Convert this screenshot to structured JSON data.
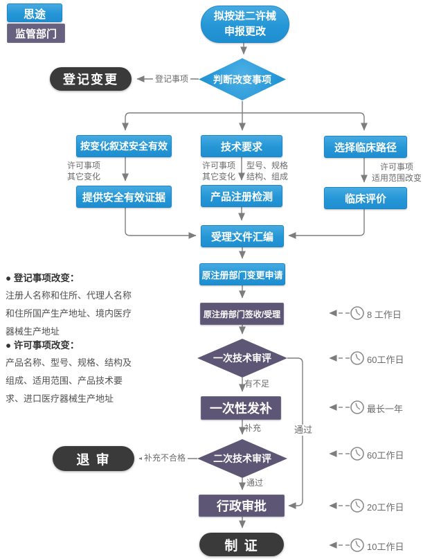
{
  "legend": {
    "situ": "思途",
    "regulator": "监管部门"
  },
  "nodes": {
    "start_line1": "拟按进二许械",
    "start_line2": "申报更改",
    "judge": "判断改变事项",
    "reg_change": "登记变更",
    "describe_safety": "按变化叙述安全有效",
    "tech_requirements": "技术要求",
    "clinical_path": "选择临床路径",
    "provide_evidence": "提供安全有效证据",
    "product_test": "产品注册检测",
    "clinical_eval": "临床评价",
    "acceptance_compile": "受理文件汇编",
    "change_application": "原注册部门变更申请",
    "sign_accept": "原注册部门签收/受理",
    "first_review": "一次技术审评",
    "one_time_supplement": "一次性发补",
    "second_review": "二次技术审评",
    "reject": "退 审",
    "admin_approval": "行政审批",
    "certificate": "制 证"
  },
  "edge_labels": {
    "reg_items": "登记事项",
    "left_permit": "许可事项",
    "left_other": "其它变化",
    "mid_permit": "许可事项",
    "mid_other": "其它变化",
    "mid_model": "型号、规格",
    "mid_structure": "结构、组成",
    "right_permit": "许可事项",
    "right_scope": "适用范围改变",
    "insufficient": "有不足",
    "supplement": "补充",
    "pass_bypass": "通过",
    "supplement_fail": "补充不合格",
    "pass": "通过"
  },
  "notes": {
    "registration": {
      "title": "● 登记事项改变：",
      "lines": [
        "注册人名称和住所、代理人名称",
        "和住所国产生产地址、境内医疗",
        "器械生产地址"
      ]
    },
    "permit": {
      "title": "● 许可事项改变：",
      "lines": [
        "产品名称、型号、规格、结构及",
        "组成、适用范围、产品技术要",
        "求、进口医疗器械生产地址"
      ]
    }
  },
  "timeline": [
    {
      "label": "8 工作日"
    },
    {
      "label": "60工作日"
    },
    {
      "label": "最长一年"
    },
    {
      "label": "60工作日"
    },
    {
      "label": "20工作日"
    },
    {
      "label": "10工作日"
    }
  ],
  "colors": {
    "blue": "#2496d6",
    "purple": "#5e5675",
    "dark": "#3a3a3a",
    "line": "#7d7d7d"
  }
}
